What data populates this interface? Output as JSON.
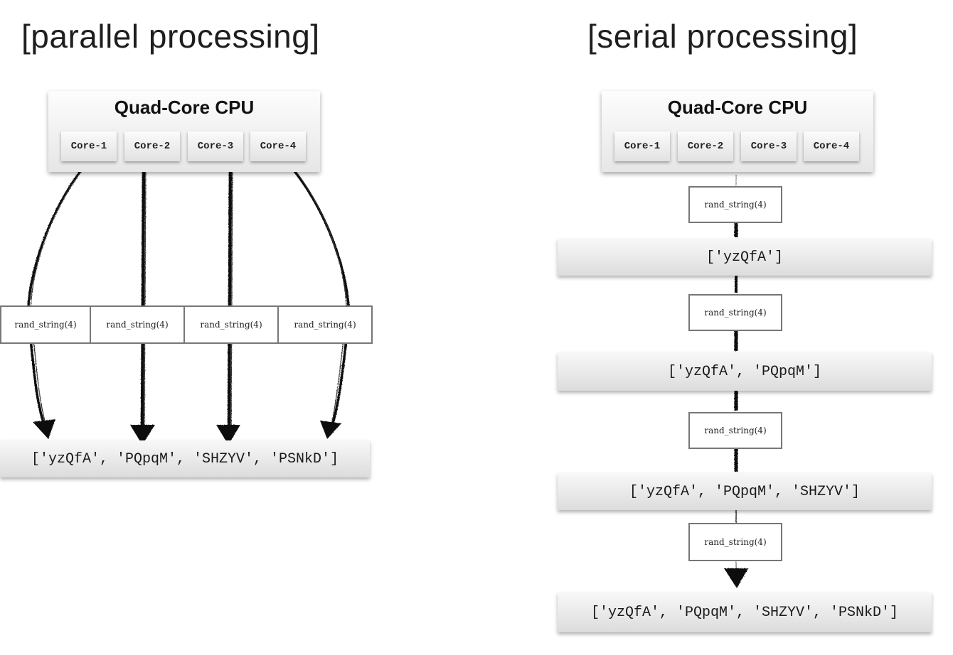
{
  "parallel": {
    "heading": "[parallel processing]",
    "cpu_title": "Quad-Core CPU",
    "cores": [
      "Core-1",
      "Core-2",
      "Core-3",
      "Core-4"
    ],
    "functions": [
      "rand_string(4)",
      "rand_string(4)",
      "rand_string(4)",
      "rand_string(4)"
    ],
    "result": "['yzQfA', 'PQpqM', 'SHZYV', 'PSNkD']"
  },
  "serial": {
    "heading": "[serial processing]",
    "cpu_title": "Quad-Core CPU",
    "cores": [
      "Core-1",
      "Core-2",
      "Core-3",
      "Core-4"
    ],
    "steps": [
      {
        "function": "rand_string(4)",
        "result": "['yzQfA']"
      },
      {
        "function": "rand_string(4)",
        "result": "['yzQfA', 'PQpqM']"
      },
      {
        "function": "rand_string(4)",
        "result": "['yzQfA', 'PQpqM', 'SHZYV']"
      },
      {
        "function": "rand_string(4)",
        "result": "['yzQfA', 'PQpqM', 'SHZYV', 'PSNkD']"
      }
    ]
  }
}
